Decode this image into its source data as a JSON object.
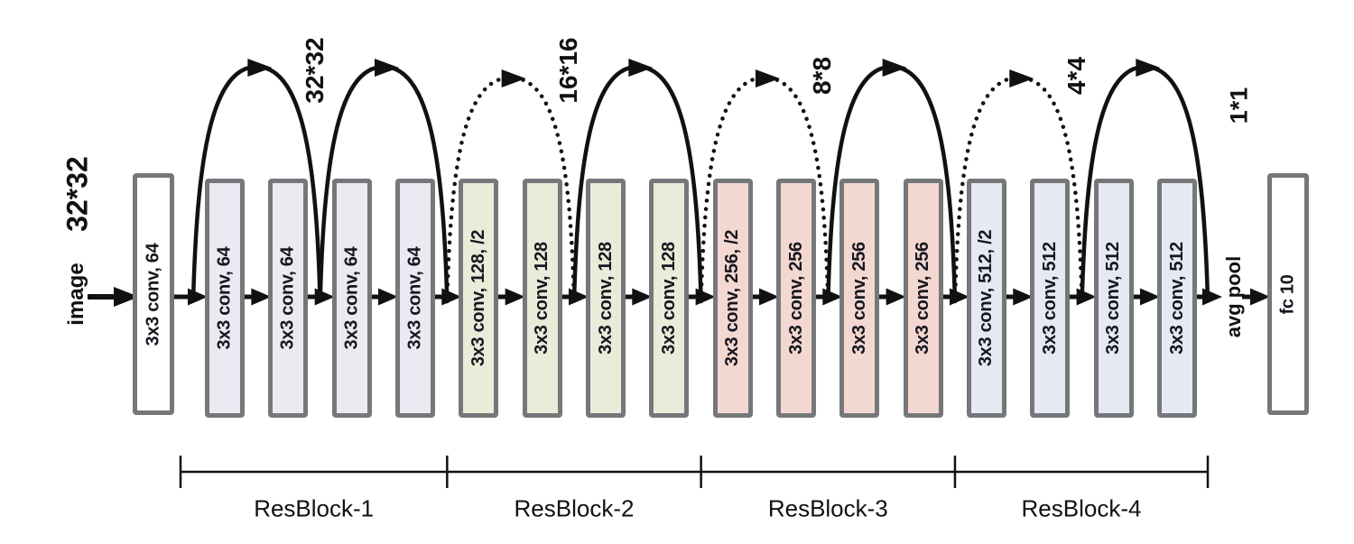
{
  "diagram": {
    "title_hidden": "",
    "input_label": "image",
    "input_size": "32*32",
    "avg_pool_label": "avg pool",
    "output_size": "1*1",
    "stem": {
      "label": "3x3 conv, 64",
      "fill": "#ffffff"
    },
    "fc": {
      "label": "fc 10",
      "fill": "#ffffff"
    },
    "blocks": [
      {
        "name": "ResBlock-1",
        "fill": "#ece9f2",
        "layers": [
          "3x3 conv, 64",
          "3x3 conv, 64",
          "3x3 conv, 64",
          "3x3 conv, 64"
        ]
      },
      {
        "name": "ResBlock-2",
        "fill": "#e9ecd9",
        "layers": [
          "3x3 conv, 128, /2",
          "3x3 conv, 128",
          "3x3 conv, 128",
          "3x3 conv, 128"
        ]
      },
      {
        "name": "ResBlock-3",
        "fill": "#f3d8d1",
        "layers": [
          "3x3 conv, 256, /2",
          "3x3 conv, 256",
          "3x3 conv, 256",
          "3x3 conv, 256"
        ]
      },
      {
        "name": "ResBlock-4",
        "fill": "#e4e9f2",
        "layers": [
          "3x3 conv, 512, /2",
          "3x3 conv, 512",
          "3x3 conv, 512",
          "3x3 conv, 512"
        ]
      }
    ],
    "skip_connections": [
      {
        "from_gap": 0,
        "to_gap": 2,
        "style": "solid",
        "size_label": "32*32"
      },
      {
        "from_gap": 2,
        "to_gap": 4,
        "style": "solid",
        "size_label": ""
      },
      {
        "from_gap": 4,
        "to_gap": 6,
        "style": "dotted",
        "size_label": "16*16"
      },
      {
        "from_gap": 6,
        "to_gap": 8,
        "style": "solid",
        "size_label": ""
      },
      {
        "from_gap": 8,
        "to_gap": 10,
        "style": "dotted",
        "size_label": "8*8"
      },
      {
        "from_gap": 10,
        "to_gap": 12,
        "style": "solid",
        "size_label": ""
      },
      {
        "from_gap": 12,
        "to_gap": 14,
        "style": "dotted",
        "size_label": "4*4"
      },
      {
        "from_gap": 14,
        "to_gap": 16,
        "style": "solid",
        "size_label": ""
      }
    ],
    "colors": {
      "box_border": "#76777a",
      "line": "#111111",
      "text": "#17171f"
    }
  }
}
